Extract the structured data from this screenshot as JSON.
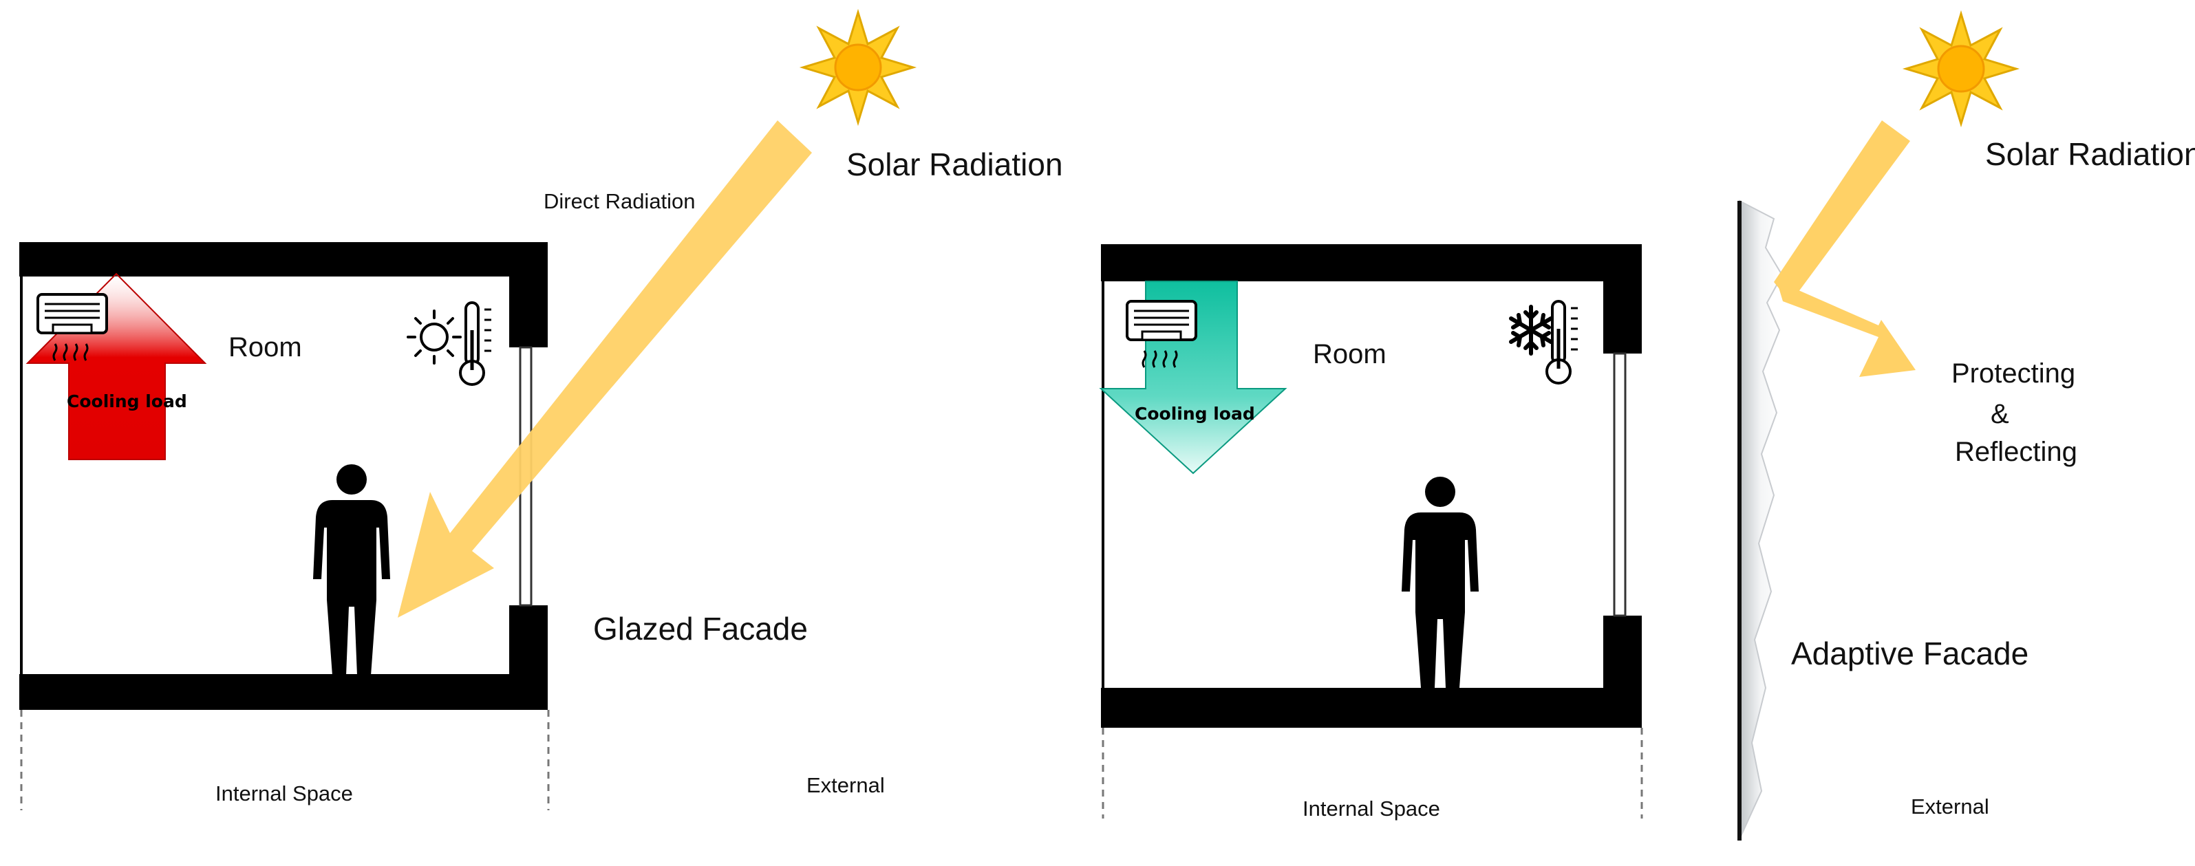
{
  "left_panel": {
    "solar_label": "Solar Radiation",
    "direct_label": "Direct Radiation",
    "room_label": "Room",
    "cooling_label": "Cooling load",
    "facade_label": "Glazed Facade",
    "internal_label": "Internal Space",
    "external_label": "External",
    "thermometer_symbol": "sun-icon",
    "cooling_arrow_direction": "up",
    "cooling_arrow_color": "#e00000"
  },
  "right_panel": {
    "solar_label": "Solar Radiation",
    "room_label": "Room",
    "cooling_label": "Cooling load",
    "reflect_label_1": "Protecting",
    "reflect_label_2": "&",
    "reflect_label_3": "Reflecting",
    "facade_label": "Adaptive Facade",
    "internal_label": "Internal Space",
    "external_label": "External",
    "thermometer_symbol": "snowflake-icon",
    "cooling_arrow_direction": "down",
    "cooling_arrow_color": "#1fc6a8"
  },
  "colors": {
    "radiation": "#ffd166",
    "sun": "#ffc61a",
    "structure": "#000000"
  }
}
